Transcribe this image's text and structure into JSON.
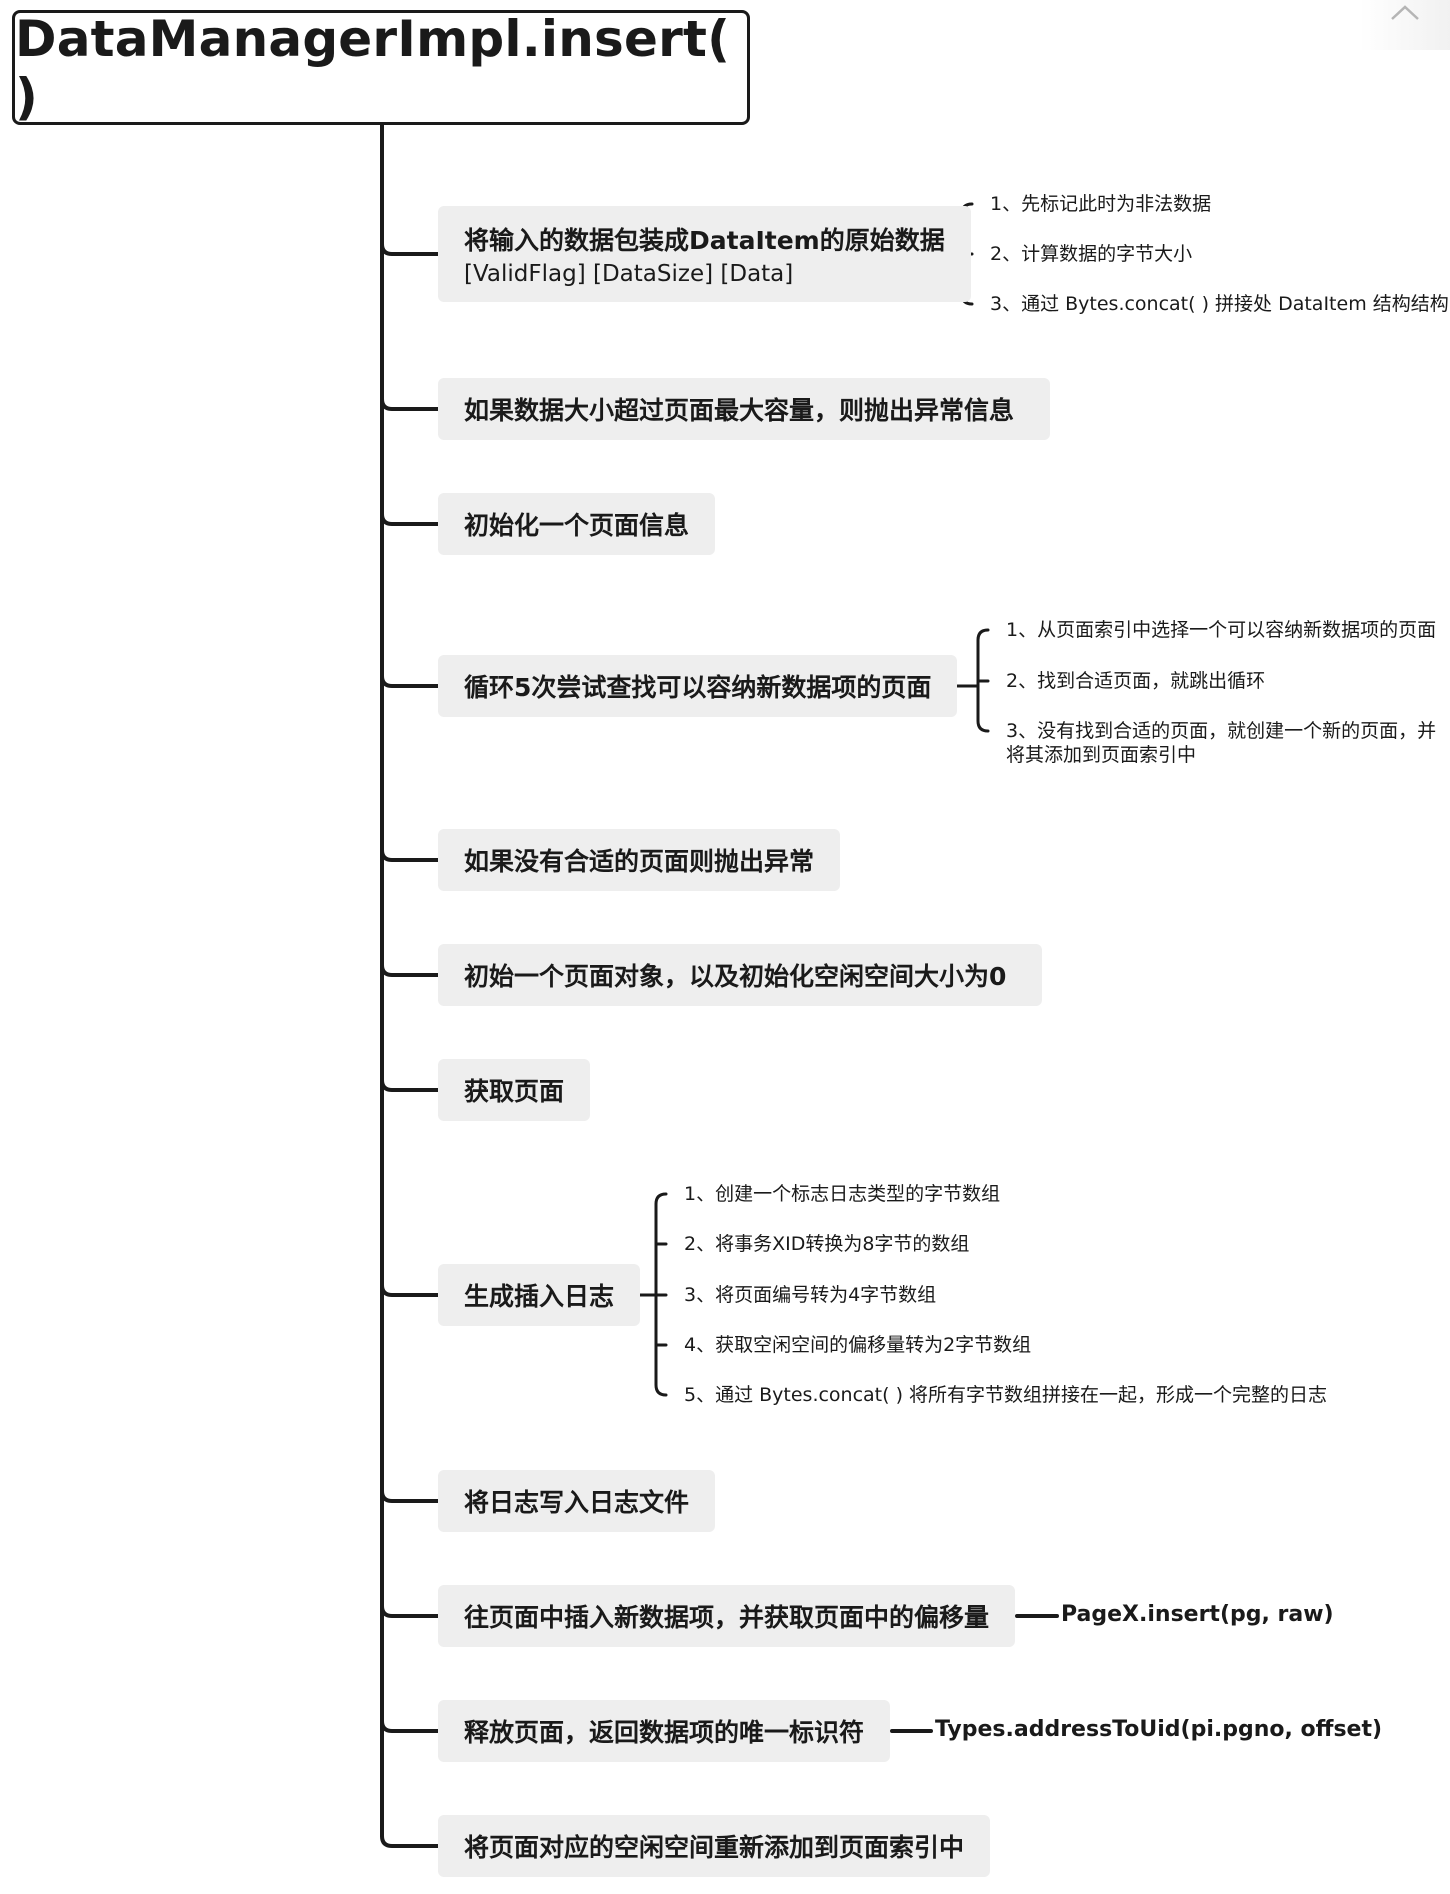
{
  "root": {
    "title": "DataManagerImpl.insert( )"
  },
  "steps": [
    {
      "label": "将输入的数据包装成DataItem的原始数据",
      "sub": "[ValidFlag] [DataSize] [Data]",
      "details": [
        "1、先标记此时为非法数据",
        "2、计算数据的字节大小",
        "3、通过 Bytes.concat( ) 拼接处 DataItem 结构结构"
      ]
    },
    {
      "label": "如果数据大小超过页面最大容量，则抛出异常信息"
    },
    {
      "label": "初始化一个页面信息"
    },
    {
      "label": "循环5次尝试查找可以容纳新数据项的页面",
      "details": [
        "1、从页面索引中选择一个可以容纳新数据项的页面",
        "2、找到合适页面，就跳出循环",
        "3、没有找到合适的页面，就创建一个新的页面，并将其添加到页面索引中"
      ]
    },
    {
      "label": "如果没有合适的页面则抛出异常"
    },
    {
      "label": "初始一个页面对象，以及初始化空闲空间大小为0"
    },
    {
      "label": "获取页面"
    },
    {
      "label": "生成插入日志",
      "details": [
        "1、创建一个标志日志类型的字节数组",
        "2、将事务XID转换为8字节的数组",
        "3、将页面编号转为4字节数组",
        "4、获取空闲空间的偏移量转为2字节数组",
        "5、通过 Bytes.concat( ) 将所有字节数组拼接在一起，形成一个完整的日志"
      ]
    },
    {
      "label": "将日志写入日志文件"
    },
    {
      "label": "往页面中插入新数据项，并获取页面中的偏移量",
      "code": "PageX.insert(pg, raw)"
    },
    {
      "label": "释放页面，返回数据项的唯一标识符",
      "code": "Types.addressToUid(pi.pgno, offset)"
    },
    {
      "label": "将页面对应的空闲空间重新添加到页面索引中"
    }
  ],
  "toolbar": {
    "collapse_icon": "chevron-up-icon"
  },
  "colors": {
    "line": "#1a1a1a",
    "node_bg": "#eeeeee"
  }
}
